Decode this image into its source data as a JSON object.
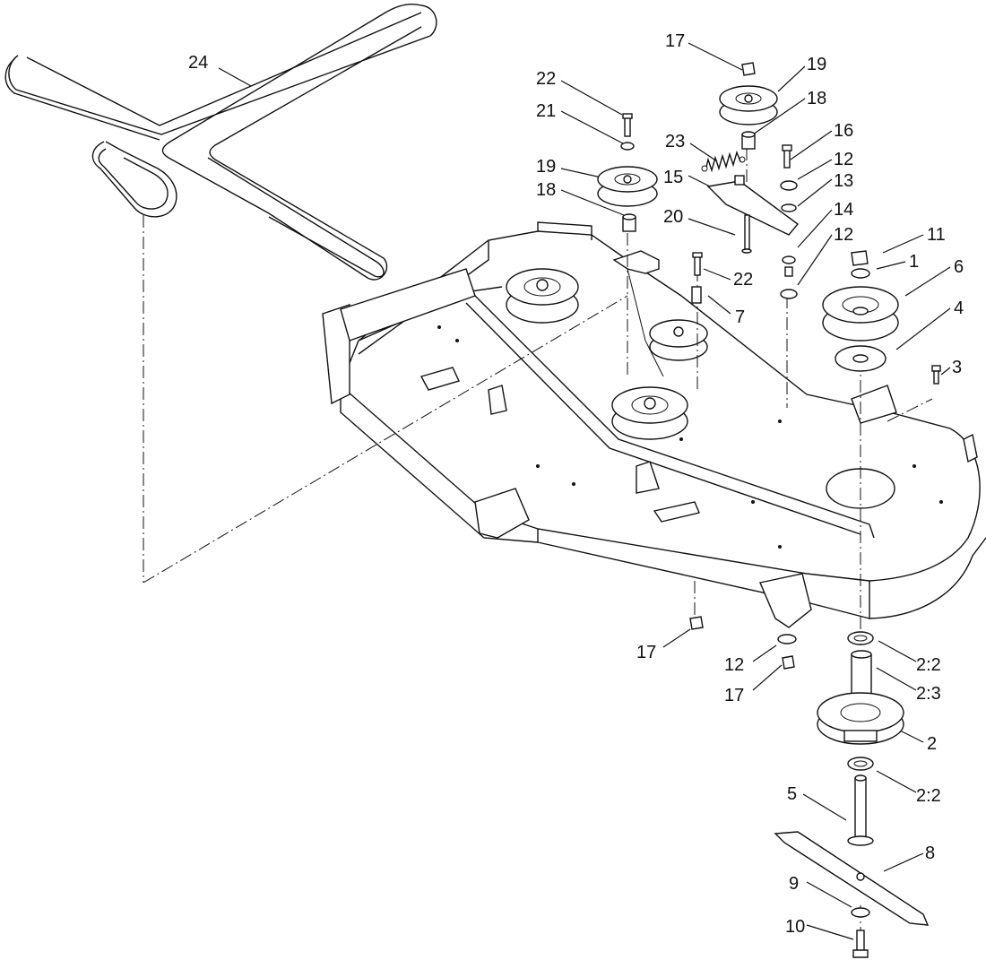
{
  "diagram": {
    "callouts": [
      {
        "id": "c24",
        "label": "24"
      },
      {
        "id": "c17a",
        "label": "17"
      },
      {
        "id": "c19a",
        "label": "19"
      },
      {
        "id": "c22a",
        "label": "22"
      },
      {
        "id": "c18a",
        "label": "18"
      },
      {
        "id": "c21",
        "label": "21"
      },
      {
        "id": "c23",
        "label": "23"
      },
      {
        "id": "c16",
        "label": "16"
      },
      {
        "id": "c19b",
        "label": "19"
      },
      {
        "id": "c12a",
        "label": "12"
      },
      {
        "id": "c15",
        "label": "15"
      },
      {
        "id": "c13",
        "label": "13"
      },
      {
        "id": "c18b",
        "label": "18"
      },
      {
        "id": "c14",
        "label": "14"
      },
      {
        "id": "c20",
        "label": "20"
      },
      {
        "id": "c12b",
        "label": "12"
      },
      {
        "id": "c11",
        "label": "11"
      },
      {
        "id": "c22b",
        "label": "22"
      },
      {
        "id": "c1",
        "label": "1"
      },
      {
        "id": "c6",
        "label": "6"
      },
      {
        "id": "c7",
        "label": "7"
      },
      {
        "id": "c4",
        "label": "4"
      },
      {
        "id": "c3",
        "label": "3"
      },
      {
        "id": "c17b",
        "label": "17"
      },
      {
        "id": "c12c",
        "label": "12"
      },
      {
        "id": "c22c",
        "label": "2:2"
      },
      {
        "id": "c17c",
        "label": "17"
      },
      {
        "id": "c23c",
        "label": "2:3"
      },
      {
        "id": "c2",
        "label": "2"
      },
      {
        "id": "c22d",
        "label": "2:2"
      },
      {
        "id": "c5",
        "label": "5"
      },
      {
        "id": "c8",
        "label": "8"
      },
      {
        "id": "c9",
        "label": "9"
      },
      {
        "id": "c10",
        "label": "10"
      }
    ]
  }
}
